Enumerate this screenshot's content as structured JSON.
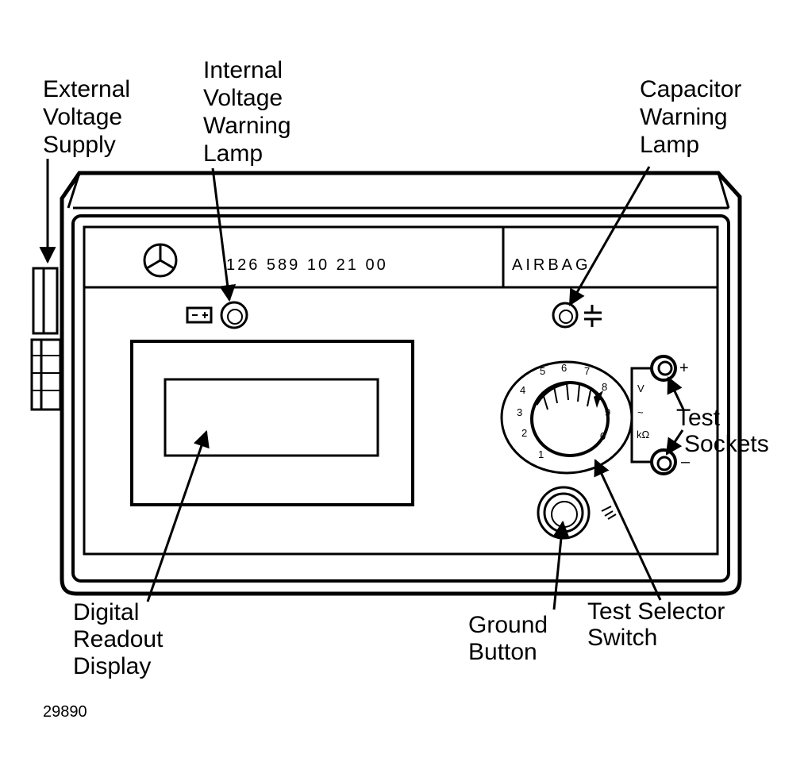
{
  "labels": {
    "external_voltage_supply": [
      "External",
      "Voltage",
      "Supply"
    ],
    "internal_voltage_warning_lamp": [
      "Internal",
      "Voltage",
      "Warning",
      "Lamp"
    ],
    "capacitor_warning_lamp": [
      "Capacitor",
      "Warning",
      "Lamp"
    ],
    "test_sockets": [
      "Test",
      "Sockets"
    ],
    "digital_readout_display": [
      "Digital",
      "Readout",
      "Display"
    ],
    "ground_button": [
      "Ground",
      "Button"
    ],
    "test_selector_switch": [
      "Test Selector",
      "Switch"
    ]
  },
  "device": {
    "part_number": "126 589 10 21 00",
    "airbag_label": "AIRBAG",
    "dial_numbers": [
      "1",
      "2",
      "3",
      "4",
      "5",
      "6",
      "7",
      "8",
      "9",
      "0"
    ],
    "socket_mode_labels": [
      "V",
      "~",
      "kΩ"
    ],
    "socket_polarity": [
      "+",
      "–"
    ]
  },
  "figure_number": "29890"
}
